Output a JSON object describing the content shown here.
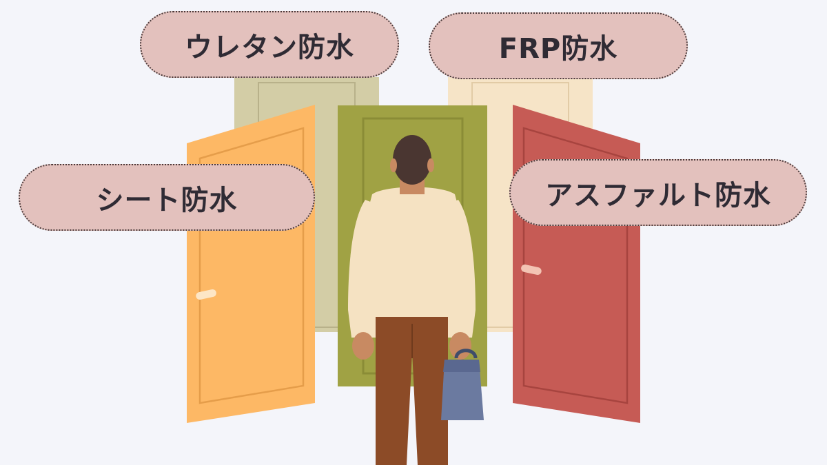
{
  "labels": {
    "urethane": "ウレタン防水",
    "frp": "FRP防水",
    "sheet": "シート防水",
    "asphalt": "アスファルト防水"
  },
  "colors": {
    "background": "#f4f5fa",
    "label_fill": "#e3c1bd",
    "door_orange": "#fdb865",
    "door_green": "#a0a244",
    "door_red": "#c65b55",
    "door_back_left": "#d3cda6",
    "door_back_right": "#f6e4c7"
  }
}
